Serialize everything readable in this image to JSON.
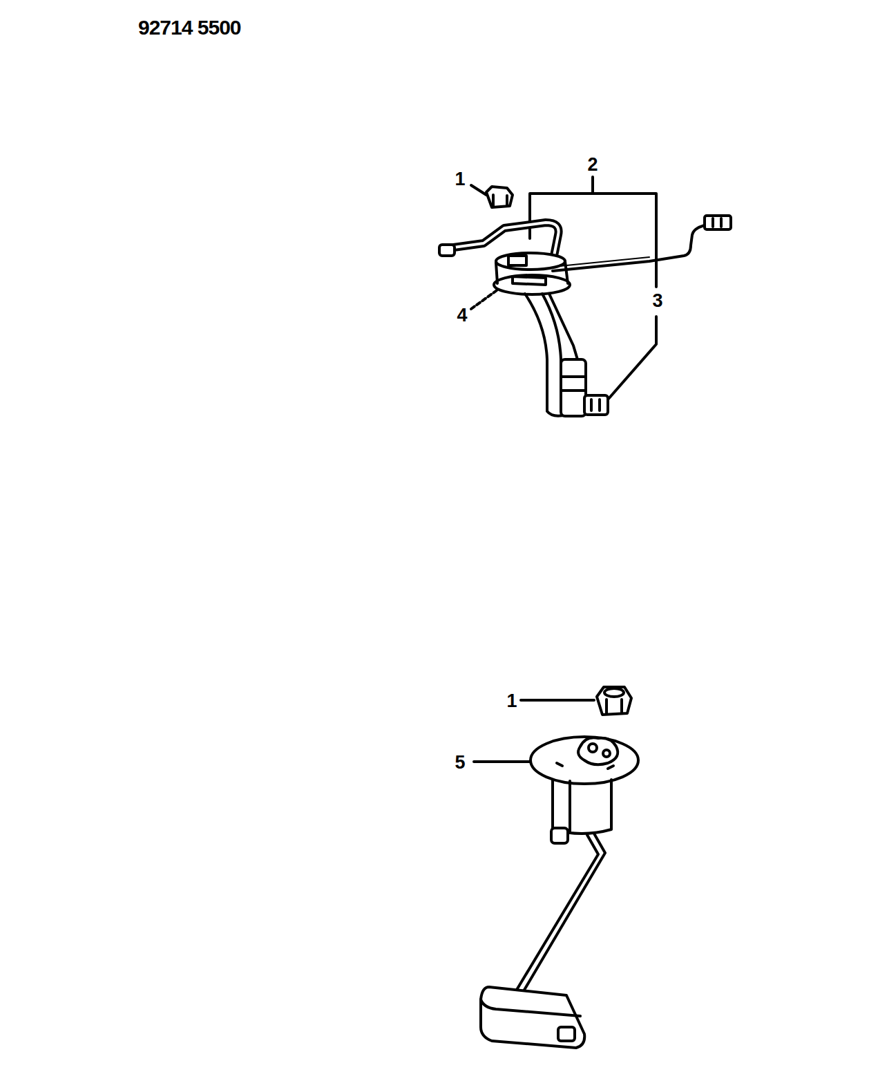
{
  "diagram": {
    "labels": [
      "92714 5500",
      "2",
      "1",
      "4",
      "3",
      "1",
      "5"
    ]
  }
}
